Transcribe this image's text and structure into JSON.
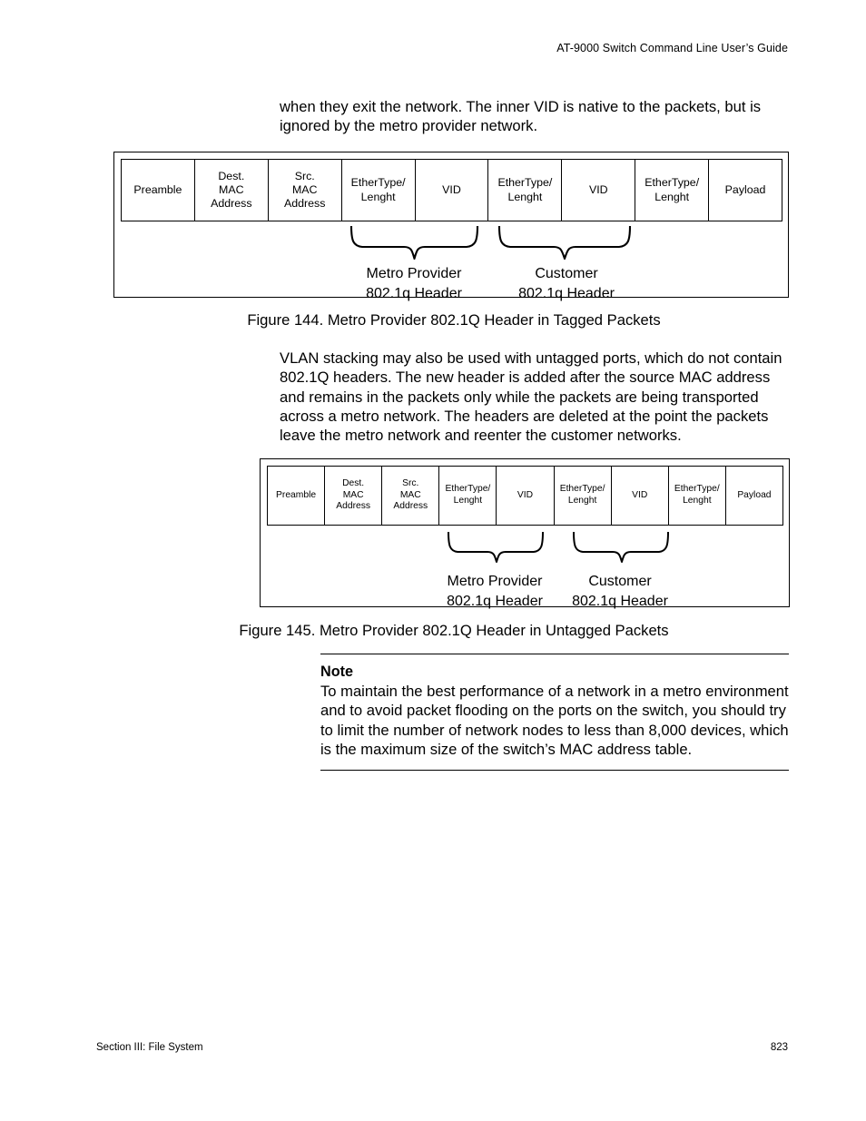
{
  "header": {
    "title": "AT-9000 Switch Command Line User’s Guide"
  },
  "body": {
    "paragraph_1": "when they exit the network. The inner VID is native to the packets, but is ignored by the metro provider network.",
    "paragraph_2": "VLAN stacking may also be used with untagged ports, which do not contain 802.1Q headers. The new header is added after the source MAC address and remains in the packets only while the packets are being transported across a metro network. The headers are deleted at the point the packets leave the metro network and reenter the customer networks."
  },
  "figures": [
    {
      "id": "figure-144",
      "caption": "Figure 144. Metro Provider 802.1Q Header in Tagged Packets",
      "cells": [
        "Preamble",
        "Dest.\nMAC\nAddress",
        "Src.\nMAC\nAddress",
        "EtherType/\nLenght",
        "VID",
        "EtherType/\nLenght",
        "VID",
        "EtherType/\nLenght",
        "Payload"
      ],
      "braces": [
        {
          "label_line1": "Metro Provider",
          "label_line2": "802.1q Header"
        },
        {
          "label_line1": "Customer",
          "label_line2": "802.1q Header"
        }
      ]
    },
    {
      "id": "figure-145",
      "caption": "Figure 145. Metro Provider 802.1Q Header in Untagged Packets",
      "cells": [
        "Preamble",
        "Dest.\nMAC\nAddress",
        "Src.\nMAC\nAddress",
        "EtherType/\nLenght",
        "VID",
        "EtherType/\nLenght",
        "VID",
        "EtherType/\nLenght",
        "Payload"
      ],
      "braces": [
        {
          "label_line1": "Metro Provider",
          "label_line2": "802.1q Header"
        },
        {
          "label_line1": "Customer",
          "label_line2": "802.1q Header"
        }
      ]
    }
  ],
  "note": {
    "title": "Note",
    "text": "To maintain the best performance of a network in a metro environment and to avoid packet flooding on the ports on the switch, you should try to limit the number of network nodes to less than 8,000 devices, which is the maximum size of the switch’s MAC address table."
  },
  "footer": {
    "section": "Section III: File System",
    "page_number": "823"
  }
}
